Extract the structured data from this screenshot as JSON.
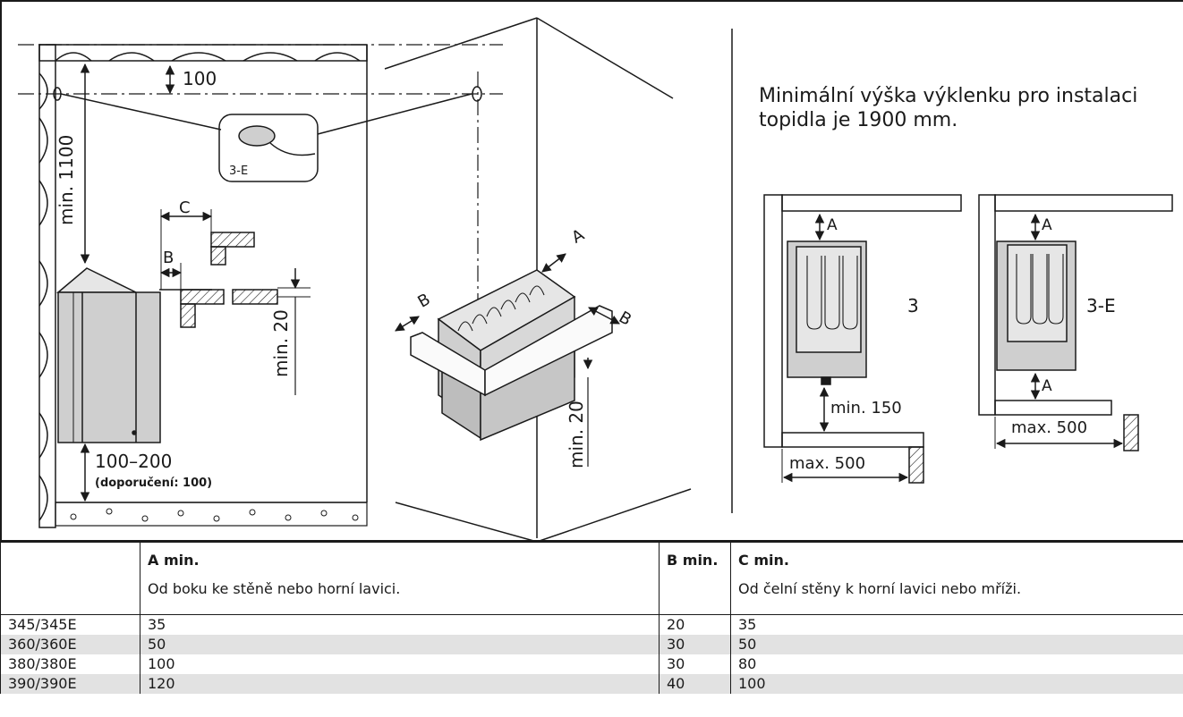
{
  "diagram": {
    "dim_ceiling": "100",
    "dim_min_1100": "min. 1100",
    "label_sensor": "3-E",
    "label_c": "C",
    "label_b": "B",
    "dim_min_20_left": "min. 20",
    "dim_floor": "100–200",
    "dim_floor_note": "(doporučení: 100)",
    "label_a_iso": "A",
    "label_b_iso_left": "B",
    "label_b_iso_right": "B",
    "dim_min_20_iso": "min. 20",
    "note_line1": "Minimální výška výklenku pro instalaci",
    "note_line2": "topidla je 1900 mm.",
    "label_a_top_3": "A",
    "label_3": "3",
    "dim_min_150": "min. 150",
    "dim_max_500_left": "max. 500",
    "label_a_top_3e": "A",
    "label_3e": "3-E",
    "label_a_bottom_3e": "A",
    "dim_max_500_right": "max. 500"
  },
  "table": {
    "headers": {
      "col0": "",
      "a_title": "A min.",
      "a_desc": "Od boku ke stěně nebo horní lavici.",
      "b_title": "B min.",
      "c_title": "C min.",
      "c_desc": "Od čelní stěny k horní lavici nebo mříži."
    },
    "rows": [
      {
        "model": "345/345E",
        "a": "35",
        "b": "20",
        "c": "35"
      },
      {
        "model": "360/360E",
        "a": "50",
        "b": "30",
        "c": "50"
      },
      {
        "model": "380/380E",
        "a": "100",
        "b": "30",
        "c": "80"
      },
      {
        "model": "390/390E",
        "a": "120",
        "b": "40",
        "c": "100"
      }
    ]
  },
  "colors": {
    "stroke": "#1a1a1a",
    "heater_fill": "#cfcfcf",
    "row_alt": "#e2e2e2"
  }
}
